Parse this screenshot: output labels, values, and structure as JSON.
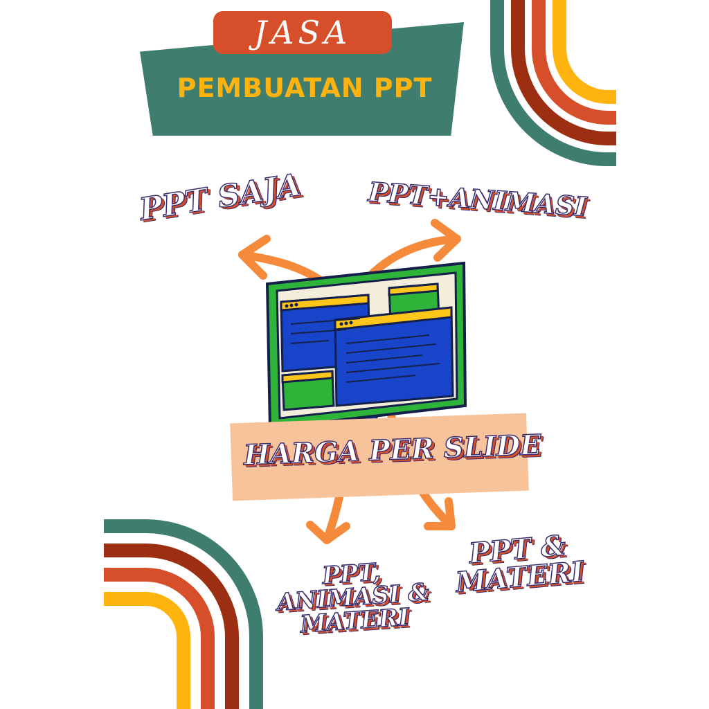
{
  "header": {
    "badge": "JASA",
    "title": "PEMBUATAN PPT"
  },
  "options": {
    "ppt_saja": "PPT SAJA",
    "ppt_animasi": "PPT+ANIMASI",
    "ppt_animasi_materi": "PPT, ANIMASI & MATERI",
    "ppt_materi": "PPT & MATERI"
  },
  "price_note": "HARGA PER SLIDE",
  "colors": {
    "teal": "#3f7d6f",
    "orange_red": "#d74f2a",
    "rust": "#9c2e12",
    "yellow": "#ffb30f",
    "arrow_orange": "#f48a3a",
    "monitor_green": "#2fb43a",
    "window_blue": "#1744c8",
    "highlight_peach": "#f7c39a"
  },
  "icons": [
    "monitor-icon",
    "arrow-icon",
    "rainbow-arc-decoration"
  ]
}
